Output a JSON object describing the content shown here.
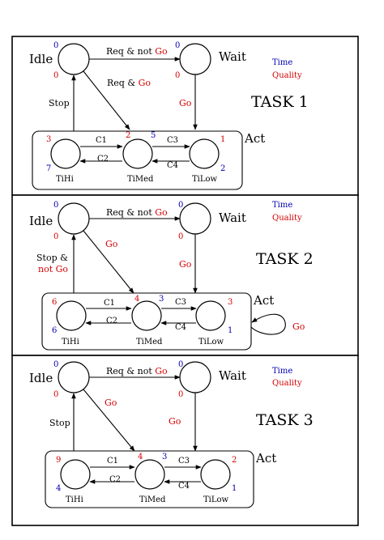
{
  "tasks": [
    {
      "title": "TASK 1",
      "legend": {
        "time": "Time",
        "quality": "Quality"
      },
      "idle": {
        "label": "Idle",
        "time": "0",
        "quality": "0"
      },
      "wait": {
        "label": "Wait",
        "time": "0",
        "quality": "0"
      },
      "act": "Act",
      "edges": {
        "idle_wait_a": "Req & not ",
        "idle_wait_b": "Go",
        "idle_act_a": "Req & ",
        "idle_act_b": "Go",
        "wait_act": "Go",
        "act_idle_a": "Stop",
        "act_idle_b": "",
        "c1": "C1",
        "c2": "C2",
        "c3": "C3",
        "c4": "C4"
      },
      "self_loop": "",
      "tihi": {
        "label": "TiHi",
        "quality": "3",
        "time": "7"
      },
      "timed": {
        "label": "TiMed",
        "quality": "2",
        "time": "5"
      },
      "tilow": {
        "label": "TiLow",
        "quality": "1",
        "time": "2"
      }
    },
    {
      "title": "TASK 2",
      "legend": {
        "time": "Time",
        "quality": "Quality"
      },
      "idle": {
        "label": "Idle",
        "time": "0",
        "quality": "0"
      },
      "wait": {
        "label": "Wait",
        "time": "0",
        "quality": "0"
      },
      "act": "Act",
      "edges": {
        "idle_wait_a": "Req & not ",
        "idle_wait_b": "Go",
        "idle_act_a": "",
        "idle_act_b": "Go",
        "wait_act": "Go",
        "act_idle_a": "Stop &",
        "act_idle_b": "not Go",
        "c1": "C1",
        "c2": "C2",
        "c3": "C3",
        "c4": "C4"
      },
      "self_loop": "Go",
      "tihi": {
        "label": "TiHi",
        "quality": "6",
        "time": "6"
      },
      "timed": {
        "label": "TiMed",
        "quality": "4",
        "time": "3"
      },
      "tilow": {
        "label": "TiLow",
        "quality": "3",
        "time": "1"
      }
    },
    {
      "title": "TASK 3",
      "legend": {
        "time": "Time",
        "quality": "Quality"
      },
      "idle": {
        "label": "Idle",
        "time": "0",
        "quality": "0"
      },
      "wait": {
        "label": "Wait",
        "time": "0",
        "quality": "0"
      },
      "act": "Act",
      "edges": {
        "idle_wait_a": "Req & not ",
        "idle_wait_b": "Go",
        "idle_act_a": "",
        "idle_act_b": "Go",
        "wait_act": "Go",
        "act_idle_a": "Stop",
        "act_idle_b": "",
        "c1": "C1",
        "c2": "C2",
        "c3": "C3",
        "c4": "C4"
      },
      "self_loop": "",
      "tihi": {
        "label": "TiHi",
        "quality": "9",
        "time": "4"
      },
      "timed": {
        "label": "TiMed",
        "quality": "4",
        "time": "3"
      },
      "tilow": {
        "label": "TiLow",
        "quality": "2",
        "time": "1"
      }
    }
  ]
}
